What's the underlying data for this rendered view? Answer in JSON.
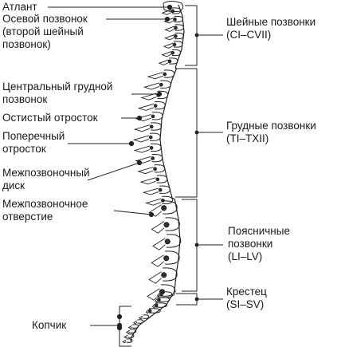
{
  "left_labels": {
    "atlas": "Атлант",
    "axis": "Осевой позвонок\n(второй шейный\nпозвонок)",
    "central_thoracic": "Центральный грудной\nпозвонок",
    "spinous_process": "Остистый отросток",
    "transverse_process": "Поперечный\nотросток",
    "disc": "Межпозвоночный\nдиск",
    "foramen": "Межпозвоночное\nотверстие",
    "coccyx": "Копчик"
  },
  "right_labels": {
    "cervical": "Шейные позвонки\n(CI–CVII)",
    "thoracic": "Грудные позвонки\n(TI–TXII)",
    "lumbar": "Поясничные\nпозвонки\n(LI–LV)",
    "sacrum": "Крестец\n(SI–SV)"
  }
}
